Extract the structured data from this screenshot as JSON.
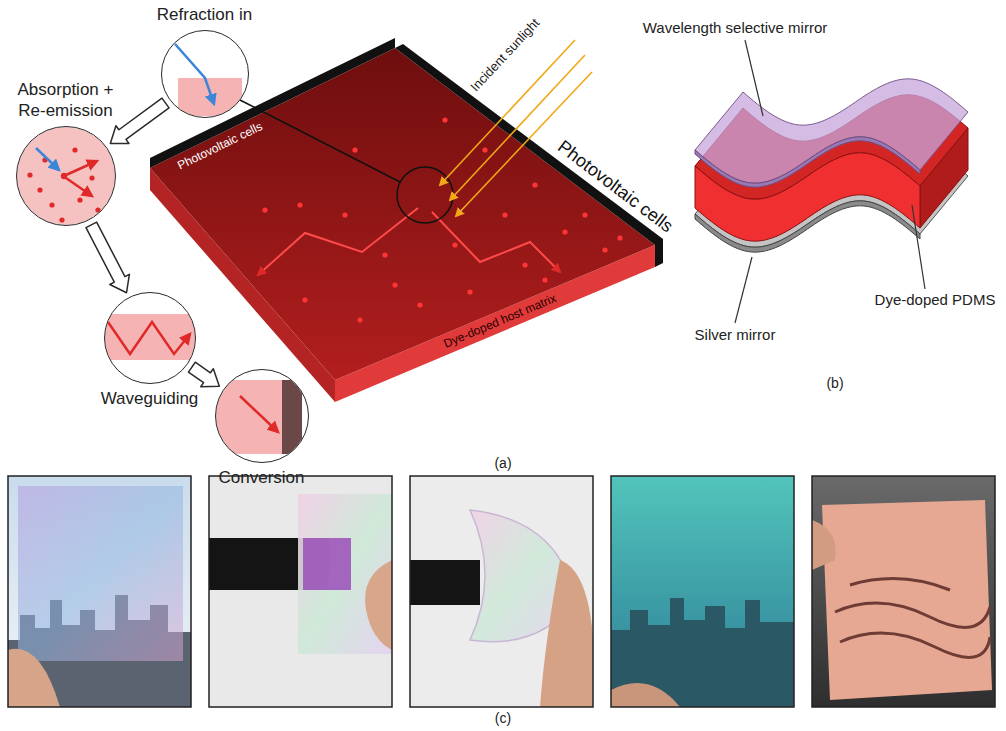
{
  "diagram": {
    "nodes": [
      {
        "text": [
          "Refraction in"
        ]
      },
      {
        "text": [
          "Absorption + Re-emission"
        ]
      },
      {
        "text": [
          "Waveguiding"
        ]
      },
      {
        "text": [
          "Conversion"
        ]
      }
    ],
    "edges": [
      {
        "from": 0,
        "to": 1,
        "arrow": "to"
      },
      {
        "from": 1,
        "to": 2,
        "arrow": "to"
      },
      {
        "from": 2,
        "to": 3,
        "arrow": "to"
      }
    ],
    "labels": [
      "Photovoltaic cells",
      "Photovoltaic cells",
      "Incident sunlight",
      "Dye-doped host matrix",
      "(a)",
      "Wavelength selective mirror",
      "Dye-doped PDMS",
      "Silver mirror",
      "(b)",
      "(c)"
    ]
  }
}
